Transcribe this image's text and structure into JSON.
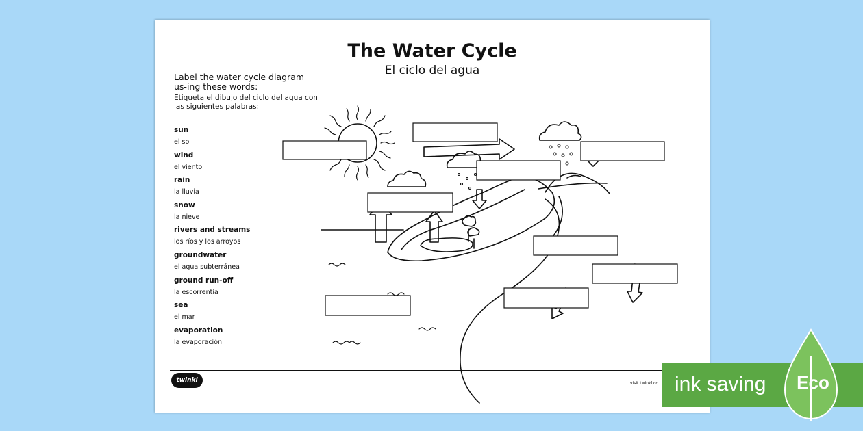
{
  "worksheet": {
    "title": "The Water Cycle",
    "subtitle": "El ciclo del agua",
    "instruction_en": "Label the water cycle diagram us-ing these words:",
    "instruction_es": "Etiqueta el dibujo del ciclo del agua con las siguientes palabras:",
    "words": [
      {
        "en": "sun",
        "es": "el sol"
      },
      {
        "en": "wind",
        "es": "el viento"
      },
      {
        "en": "rain",
        "es": "la lluvia"
      },
      {
        "en": "snow",
        "es": "la nieve"
      },
      {
        "en": "rivers and streams",
        "es": "los ríos y los arroyos"
      },
      {
        "en": "groundwater",
        "es": "el agua subterránea"
      },
      {
        "en": "ground run-off",
        "es": "la escorrentía"
      },
      {
        "en": "sea",
        "es": "el mar"
      },
      {
        "en": "evaporation",
        "es": "la evaporación"
      }
    ],
    "logo": "twinkl",
    "footer": "visit twinkl.co"
  },
  "banner": {
    "text": "ink saving",
    "badge": "Eco",
    "color": "#5ba844"
  },
  "colors": {
    "background": "#a9d8f8",
    "sheet": "#ffffff",
    "ink": "#111111"
  }
}
